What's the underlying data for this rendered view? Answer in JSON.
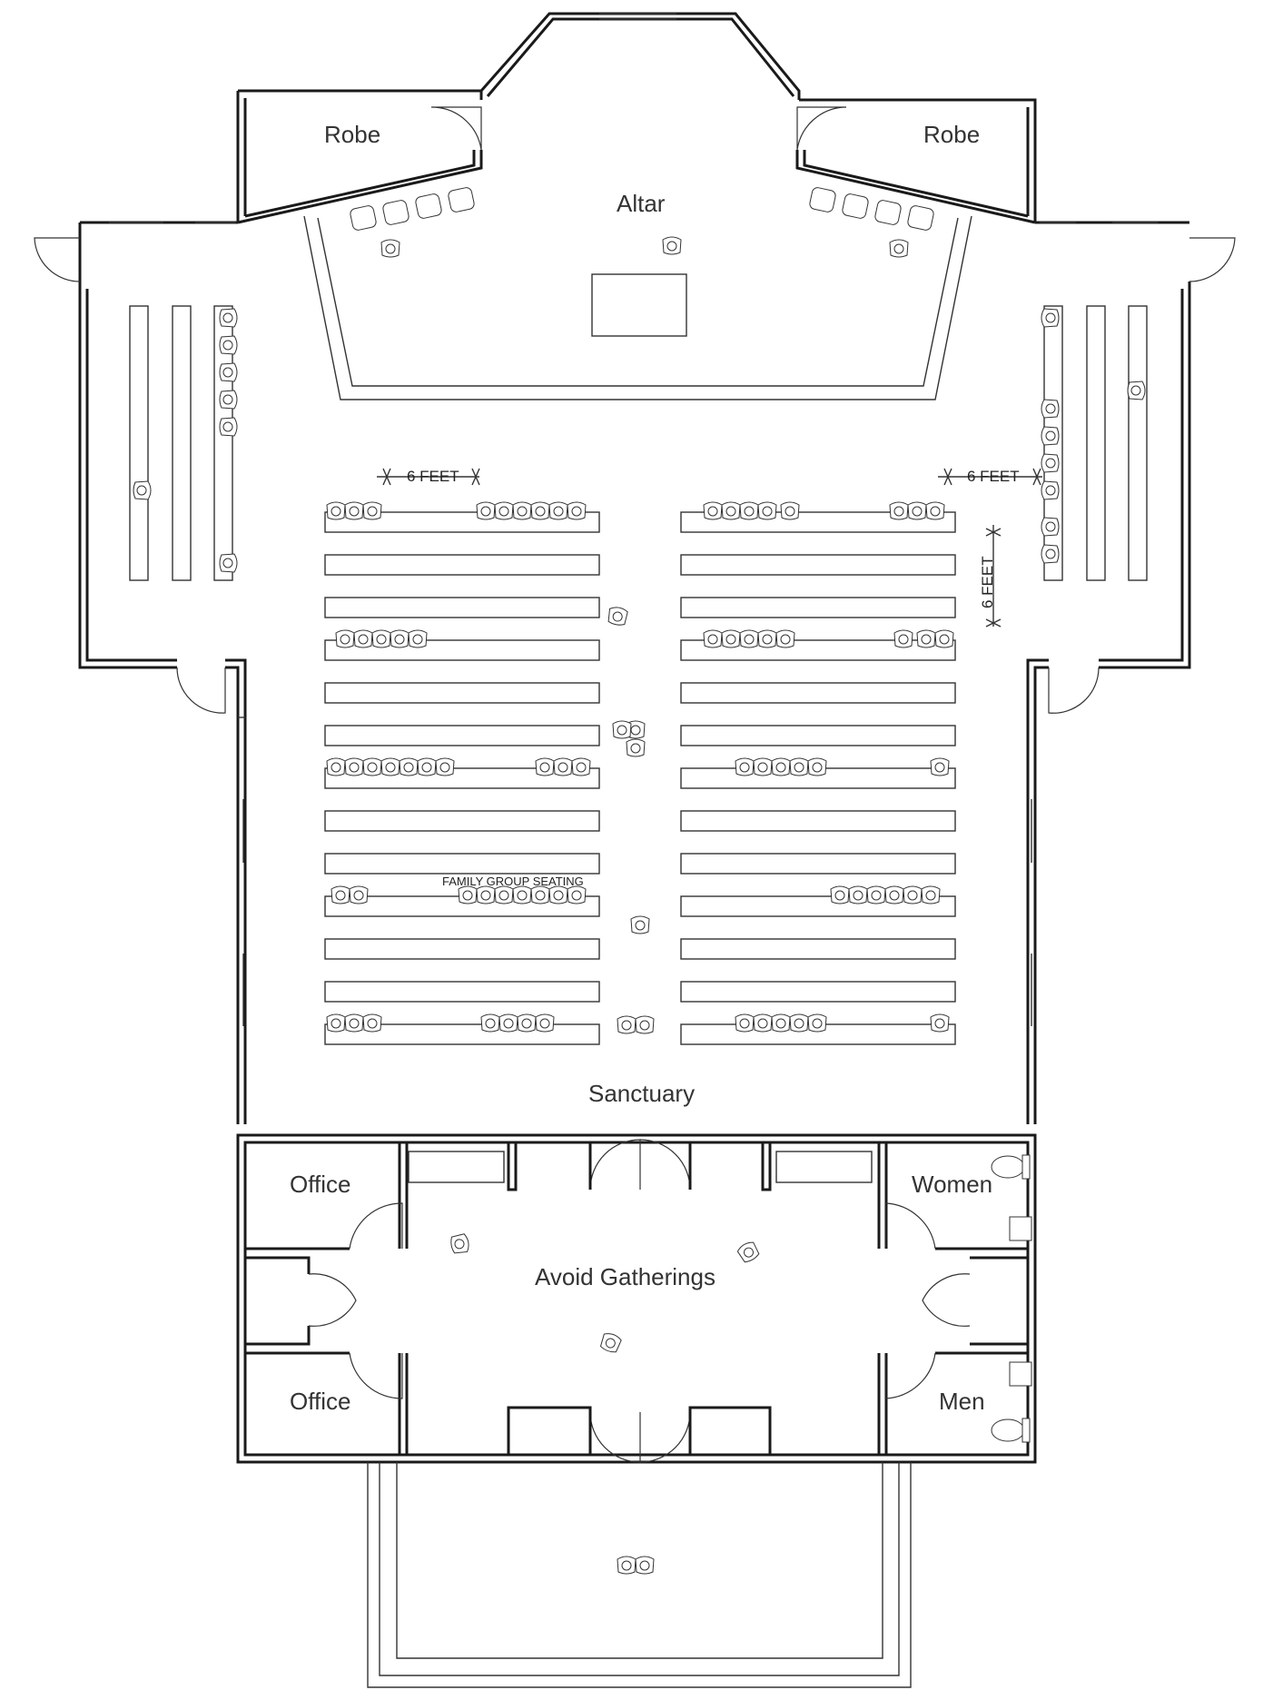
{
  "labels": {
    "robe_left": "Robe",
    "robe_right": "Robe",
    "altar": "Altar",
    "sanctuary": "Sanctuary",
    "office_top": "Office",
    "office_bottom": "Office",
    "women": "Women",
    "men": "Men",
    "foyer": "Avoid Gatherings",
    "family_seating": "FAMILY GROUP SEATING"
  },
  "dimensions": {
    "left_spacing": "6 FEET",
    "right_spacing": "6 FEET",
    "row_spacing": "6 FEET"
  },
  "colors": {
    "line": "#1a1a1a",
    "background": "#ffffff"
  }
}
